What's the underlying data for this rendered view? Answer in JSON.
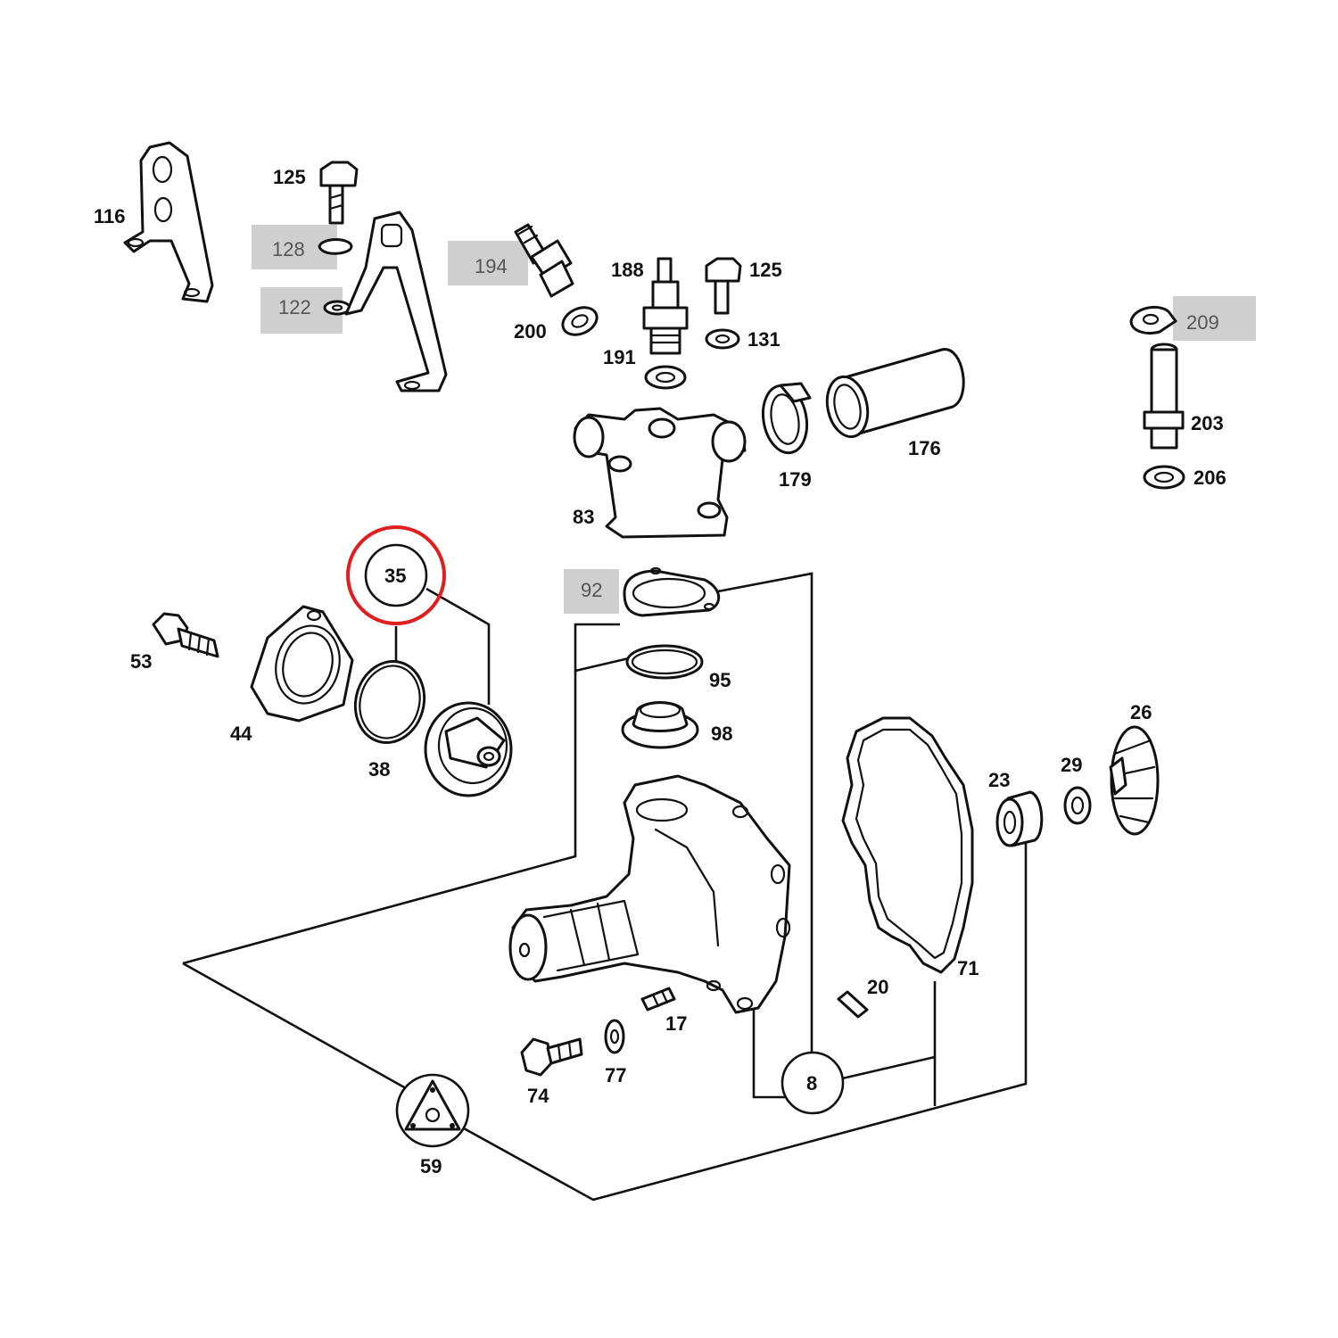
{
  "parts": {
    "p116": "116",
    "p125a": "125",
    "p128": "128",
    "p122": "122",
    "p194": "194",
    "p188": "188",
    "p125b": "125",
    "p200": "200",
    "p191": "191",
    "p131": "131",
    "p209": "209",
    "p203": "203",
    "p206": "206",
    "p176": "176",
    "p179": "179",
    "p83": "83",
    "p35": "35",
    "p92": "92",
    "p53": "53",
    "p44": "44",
    "p38": "38",
    "p95": "95",
    "p98": "98",
    "p26": "26",
    "p29": "29",
    "p23": "23",
    "p71": "71",
    "p20": "20",
    "p17": "17",
    "p74": "74",
    "p77": "77",
    "p8": "8",
    "p59": "59"
  },
  "colors": {
    "highlight": "#cfcfcf",
    "selection_ring": "#e01e1e",
    "ink": "#111111"
  },
  "selected_part": "35"
}
